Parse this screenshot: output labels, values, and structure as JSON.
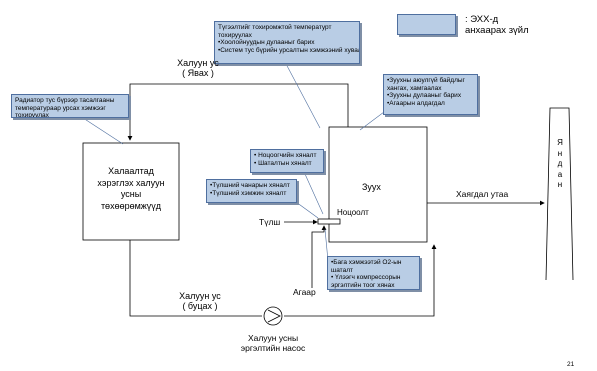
{
  "legend": {
    "text_line1": ": ЭХХ-д",
    "text_line2": "анхаарах зүйл"
  },
  "callouts": {
    "top_center": [
      "Түгээлтийг тохиромжтой температурт тохируулах",
      "•Хоолойнуудын дулааныг барих",
      "•Систем тус бүрийн урсалтын хэмжээний хуваарилалт"
    ],
    "radiator": [
      "Радиатор тус бүрээр тасалгааны температураар урсах хэмжээг тохируулах"
    ],
    "furnace_top": [
      "•Зуухны аюулгүй байдлыг хангах, хамгаалах",
      "•Зуухны дулааныг барих",
      "•Агаарын алдагдал"
    ],
    "nozzle": [
      "• Ноцоогчийн хяналт",
      "• Шаталтын хяналт"
    ],
    "fuel": [
      "•Түлшний чанарын хяналт",
      "•Түлшний хэмжин хяналт"
    ],
    "air": [
      "•Бага хэмжээтэй O2-ын шаталт",
      "• Үлээгч компрессорын эргэлтийн тоог хянах"
    ]
  },
  "labels": {
    "hot_water_out_1": "Халуун ус",
    "hot_water_out_2": "( Явах )",
    "hot_water_return_1": "Халуун ус",
    "hot_water_return_2": "( буцах )",
    "heating_box_1": "Халаалтад",
    "heating_box_2": "хэрэглэх халуун",
    "heating_box_3": "усны",
    "heating_box_4": "төхөөрөмжүүд",
    "furnace": "Зуух",
    "burner": "Ноцоолт",
    "fuel": "Түлш",
    "air": "Агаар",
    "exhaust": "Хаягдал утаа",
    "pump_1": "Халуун усны",
    "pump_2": "эргэлтийн насос",
    "chimney": [
      "Я",
      "н",
      "д",
      "а",
      "н"
    ],
    "page_number": "21"
  },
  "colors": {
    "callout_fill": "#b9cde5",
    "callout_border": "#4f6f9f",
    "line": "#000000"
  }
}
